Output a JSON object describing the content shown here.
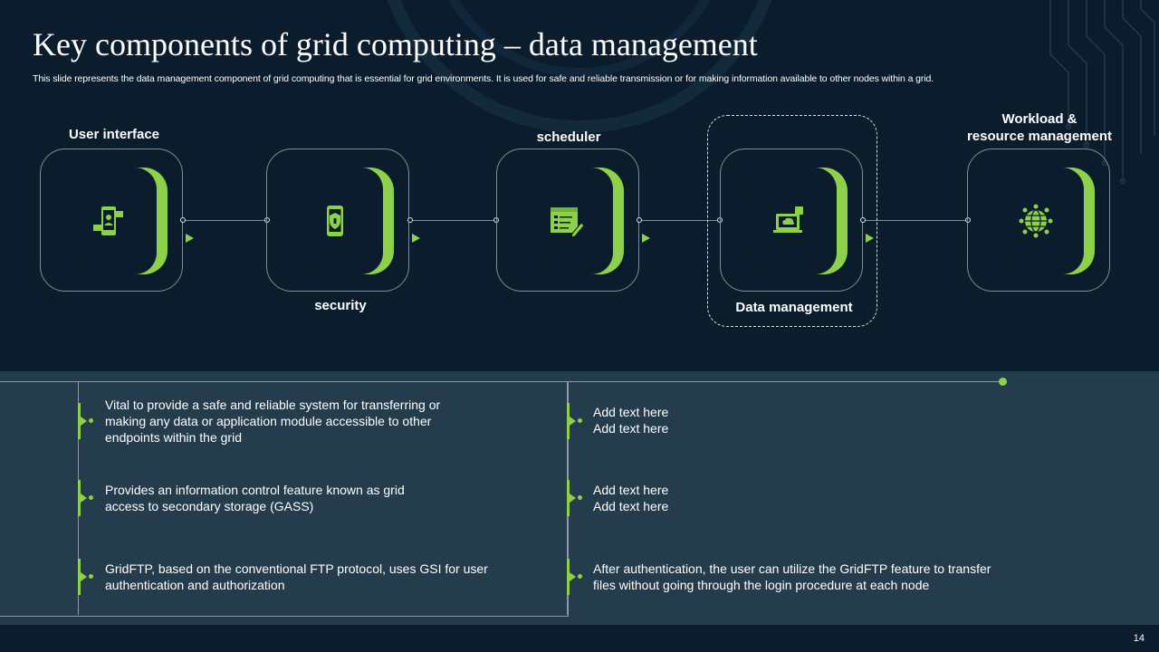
{
  "slide": {
    "title": "Key components of grid computing – data management",
    "subtitle": "This slide represents the data management component of grid computing that is essential for grid environments. It is used for safe and reliable transmission or for making information available to other nodes within a grid.",
    "page_number": "14"
  },
  "nodes": [
    {
      "label": "User interface",
      "icon": "mobile-user-icon"
    },
    {
      "label": "security",
      "icon": "phone-shield-icon"
    },
    {
      "label": "scheduler",
      "icon": "checklist-pen-icon"
    },
    {
      "label": "Data management",
      "icon": "laptop-cloud-icon",
      "highlighted": true
    },
    {
      "label_line1": "Workload &",
      "label_line2": "resource management",
      "icon": "globe-network-icon"
    }
  ],
  "left_items": [
    {
      "line1": "Vital to provide a safe and reliable system for transferring or",
      "line2": "making any data or application module accessible to other",
      "line3": "endpoints within the grid"
    },
    {
      "line1": "Provides an information control feature known as grid",
      "line2": "access to secondary storage (GASS)"
    },
    {
      "line1": "GridFTP, based on the conventional FTP protocol, uses GSI for user",
      "line2": "authentication and authorization"
    }
  ],
  "right_items": [
    {
      "line1": "Add text here",
      "line2": "Add text here"
    },
    {
      "line1": "Add text here",
      "line2": "Add text here"
    },
    {
      "line1": "After authentication, the user can utilize the GridFTP feature to transfer",
      "line2": "files without going through the login procedure at each node"
    }
  ],
  "colors": {
    "background": "#0b1c2c",
    "panel": "#253c4c",
    "accent": "#8dd14a",
    "text": "#ffffff"
  }
}
